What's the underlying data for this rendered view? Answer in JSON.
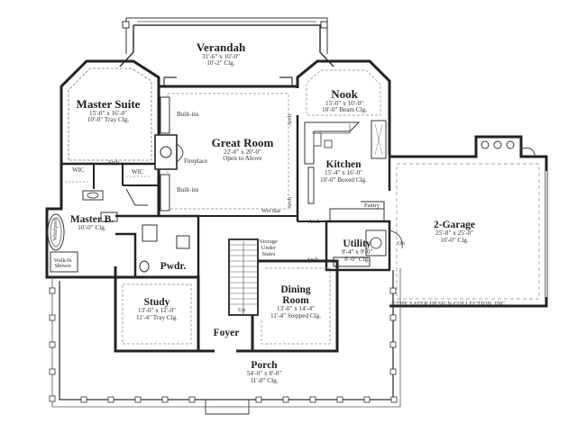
{
  "plan": {
    "rooms": [
      {
        "id": "verandah",
        "name": "Verandah",
        "dims": "31'-6\" x 10'-0\"",
        "clg": "10'-2\" Clg."
      },
      {
        "id": "master_suite",
        "name": "Master Suite",
        "dims": "15'-0\" x 16'-0\"",
        "clg": "10'-0\" Tray Clg."
      },
      {
        "id": "nook",
        "name": "Nook",
        "dims": "15'-0\" x 10'-0\"",
        "clg": "10'-0\" Beam Clg."
      },
      {
        "id": "great_room",
        "name": "Great Room",
        "dims": "22'-0\" x 20'-0\"",
        "clg": "Open to Above"
      },
      {
        "id": "kitchen",
        "name": "Kitchen",
        "dims": "15'-4\" x 16'-0\"",
        "clg": "10'-0\" Boxed Clg."
      },
      {
        "id": "garage",
        "name": "2-Garage",
        "dims": "25'-8\" x 25'-0\"",
        "clg": "10'-0\" Clg."
      },
      {
        "id": "master_bath",
        "name": "Master B.",
        "dims": "10'-0\" Clg.",
        "clg": ""
      },
      {
        "id": "utility",
        "name": "Utility",
        "dims": "9'-4\" x 9'-0\"",
        "clg": "8'-0\" Clg."
      },
      {
        "id": "study",
        "name": "Study",
        "dims": "13'-0\" x 12'-0\"",
        "clg": "11'-4\" Tray Clg."
      },
      {
        "id": "dining",
        "name": "Dining\nRoom",
        "dims": "13'-0\" x 14'-4\"",
        "clg": "11'-4\" Stepped Clg."
      },
      {
        "id": "pwdr",
        "name": "Pwdr.",
        "dims": "",
        "clg": ""
      },
      {
        "id": "foyer",
        "name": "Foyer",
        "dims": "",
        "clg": ""
      },
      {
        "id": "porch",
        "name": "Porch",
        "dims": "54'-0\" x 8'-0\"",
        "clg": "11'-8\" Clg."
      }
    ],
    "notes": {
      "builtins_top": "Built-ins",
      "fireplace": "Fireplace",
      "builtins_bottom": "Built-ins",
      "wic_left": "WIC",
      "wic_right": "WIC",
      "arch_master": "Arch",
      "arch_kitchen_vertical": "Arch",
      "arch_kitchen_vertical2": "Arch",
      "wet_bar": "Wet Bar",
      "arch_wetbar": "Arch",
      "pantry": "Pantry",
      "on": "On",
      "storage": "Storage\nUnder\nStairs",
      "arch_dining": "Arch",
      "up": "Up",
      "whirlpool": "Whirlpool",
      "walkin_shower": "Walk-In\nShower"
    },
    "copyright": "©THE SATER DESIGN COLLECTION, INC."
  }
}
